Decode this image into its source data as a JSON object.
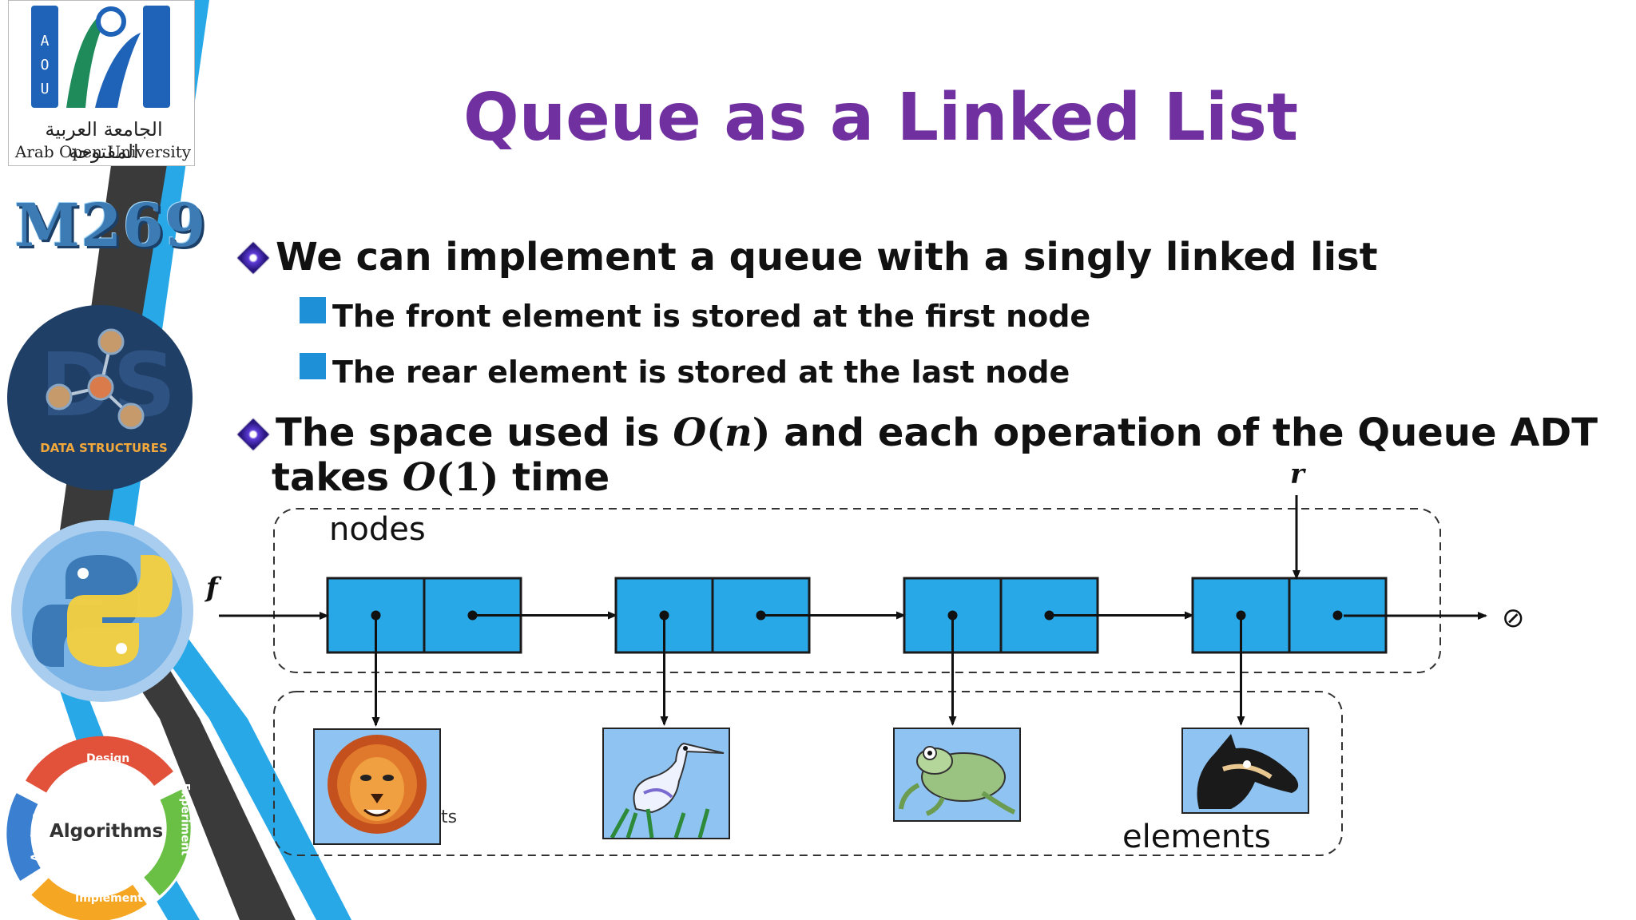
{
  "slide": {
    "title": "Queue as a Linked List",
    "bullets": [
      {
        "text": "We can implement a queue with a singly linked list",
        "sub": [
          "The front element is stored at the first node",
          "The rear element is stored at the last node"
        ]
      },
      {
        "text_parts": [
          "The space used is ",
          "O",
          "(",
          "n",
          ")",
          " and each operation of the Queue ADT"
        ],
        "line2_parts": [
          "takes ",
          "O",
          "(1)",
          " time"
        ]
      }
    ]
  },
  "branding": {
    "university_arabic": "الجامعة العربية المفتوحة",
    "university_english": "Arab Open University",
    "logo_letters": "AOU",
    "course_code": "M269",
    "data_structures_label": "DATA STRUCTURES",
    "algorithms_label": "Algorithms",
    "cycle_labels": [
      "Design",
      "Experiment",
      "Implement",
      "Analyze"
    ]
  },
  "diagram": {
    "nodes_label": "nodes",
    "elements_label": "elements",
    "front_pointer": "f",
    "rear_pointer": "r",
    "null_symbol": "⊘",
    "stray_text": "ts",
    "node_count": 4,
    "elements": [
      "lion",
      "heron",
      "frog",
      "horse"
    ],
    "colors": {
      "node_fill": "#29a8e8",
      "node_border": "#1a1a1a",
      "element_bg": "#8fc3f2"
    }
  }
}
